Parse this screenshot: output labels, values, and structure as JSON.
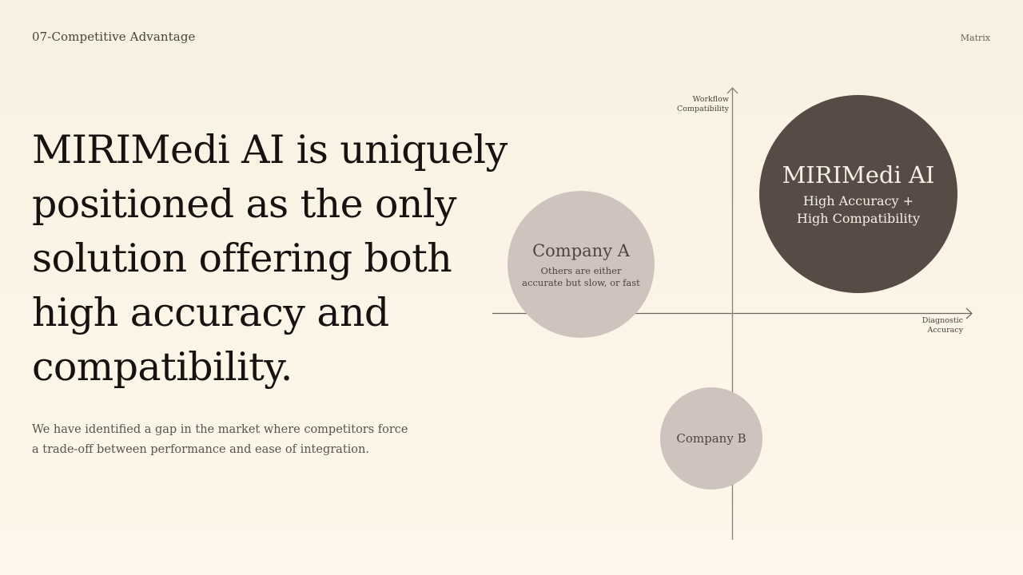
{
  "header": {
    "section_label": "07-Competitive Advantage",
    "page_tag": "Matrix"
  },
  "main": {
    "headline": "MIRIMedi AI is uniquely positioned as the only solution offering both high accuracy and compatibility.",
    "subtext": "We have identified a gap in the market where competitors force a trade-off between performance and ease of integration."
  },
  "matrix": {
    "y_axis_label_line1": "Workflow",
    "y_axis_label_line2": "Compatibility",
    "x_axis_label_line1": "Diagnostic",
    "x_axis_label_line2": "Accuracy",
    "bubbles": [
      {
        "title": "MIRIMedi AI",
        "subtitle_line1": "High Accuracy +",
        "subtitle_line2": "High Compatibility",
        "color": "#564b45"
      },
      {
        "title": "Company A",
        "subtitle_line1": "Others are either",
        "subtitle_line2": "accurate but slow, or fast",
        "color": "#cec3bd"
      },
      {
        "title": "Company B",
        "color": "#cec3bd"
      }
    ],
    "axis_color": "#6e6660"
  }
}
